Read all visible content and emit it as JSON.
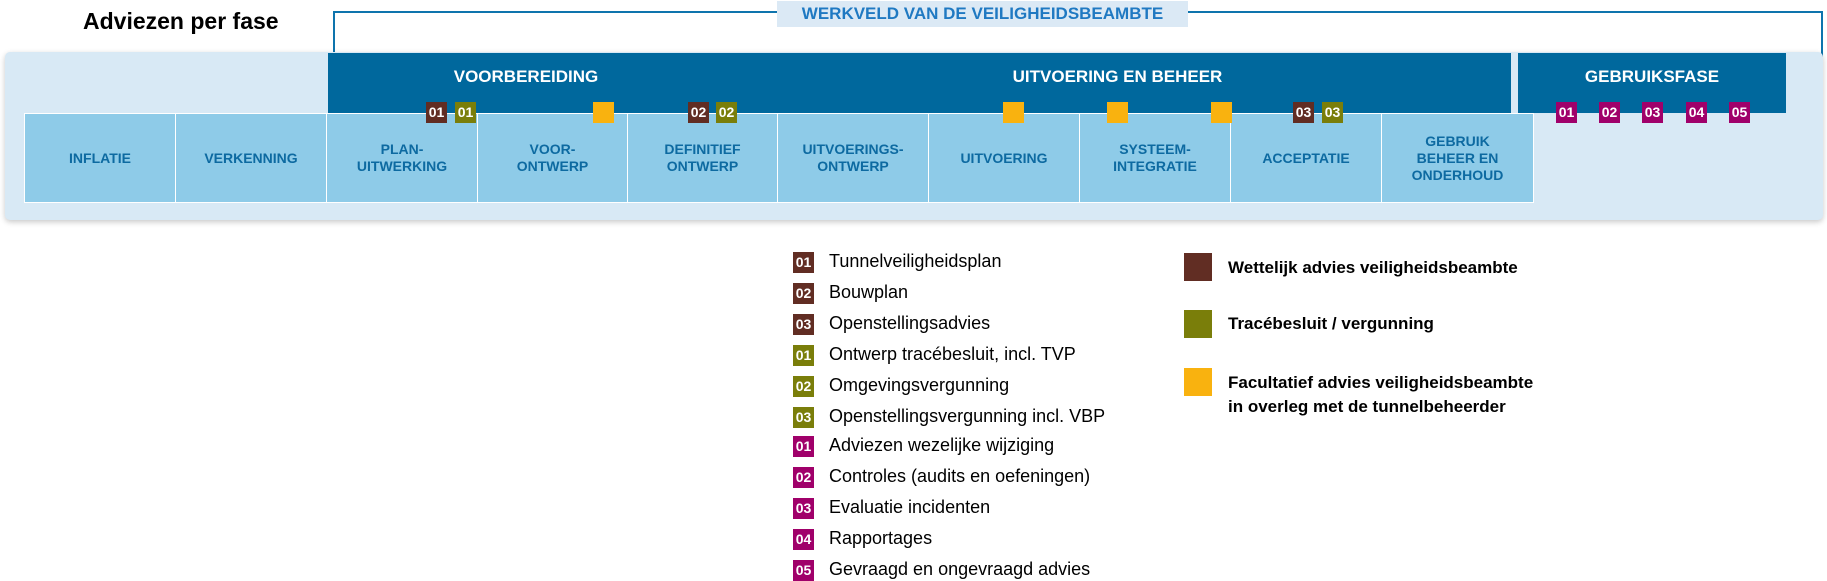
{
  "title": "Adviezen per fase",
  "werkveld_label": "WERKVELD VAN DE VEILIGHEIDSBEAMBTE",
  "phases": {
    "voorbereiding": "VOORBEREIDING",
    "uitvoering": "UITVOERING EN BEHEER",
    "gebruiksfase": "GEBRUIKSFASE"
  },
  "stages": [
    {
      "label": "INFLATIE"
    },
    {
      "label": "VERKENNING"
    },
    {
      "label": "PLAN-\nUITWERKING"
    },
    {
      "label": "VOOR-\nONTWERP"
    },
    {
      "label": "DEFINITIEF\nONTWERP"
    },
    {
      "label": "UITVOERINGS-\nONTWERP"
    },
    {
      "label": "UITVOERING"
    },
    {
      "label": "SYSTEEM-\nINTEGRATIE"
    },
    {
      "label": "ACCEPTATIE"
    },
    {
      "label": "GEBRUIK\nBEHEER EN\nONDERHOUD"
    }
  ],
  "badges": {
    "plan_brown": "01",
    "plan_olive": "01",
    "def_brown": "02",
    "def_olive": "02",
    "acc_brown": "03",
    "acc_olive": "03",
    "gebruik": [
      "01",
      "02",
      "03",
      "04",
      "05"
    ]
  },
  "legend_items": [
    {
      "num": "01",
      "color": "brown",
      "text": "Tunnelveiligheidsplan"
    },
    {
      "num": "02",
      "color": "brown",
      "text": "Bouwplan"
    },
    {
      "num": "03",
      "color": "brown",
      "text": "Openstellingsadvies"
    },
    {
      "num": "01",
      "color": "olive",
      "text": "Ontwerp tracébesluit, incl. TVP"
    },
    {
      "num": "02",
      "color": "olive",
      "text": "Omgevingsvergunning"
    },
    {
      "num": "03",
      "color": "olive",
      "text": "Openstellingsvergunning incl. VBP"
    },
    {
      "num": "01",
      "color": "magenta",
      "text": "Adviezen wezelijke wijziging"
    },
    {
      "num": "02",
      "color": "magenta",
      "text": "Controles (audits en oefeningen)"
    },
    {
      "num": "03",
      "color": "magenta",
      "text": "Evaluatie incidenten"
    },
    {
      "num": "04",
      "color": "magenta",
      "text": "Rapportages"
    },
    {
      "num": "05",
      "color": "magenta",
      "text": "Gevraagd en ongevraagd advies"
    }
  ],
  "color_key": [
    {
      "color": "brown",
      "line1": "Wettelijk advies veiligheidsbeambte",
      "line2": ""
    },
    {
      "color": "olive",
      "line1": "Tracébesluit / vergunning",
      "line2": ""
    },
    {
      "color": "yellow",
      "line1": "Facultatief advies veiligheidsbeambte",
      "line2": "in overleg met de tunnelbeheerder"
    }
  ],
  "colors": {
    "brown": "#612d23",
    "olive": "#7a7e0a",
    "yellow": "#f9b20f",
    "magenta": "#a0006a",
    "header_blue": "#00689d",
    "stage_blue": "#8ecbe8",
    "panel_bg": "#d8e9f5"
  }
}
